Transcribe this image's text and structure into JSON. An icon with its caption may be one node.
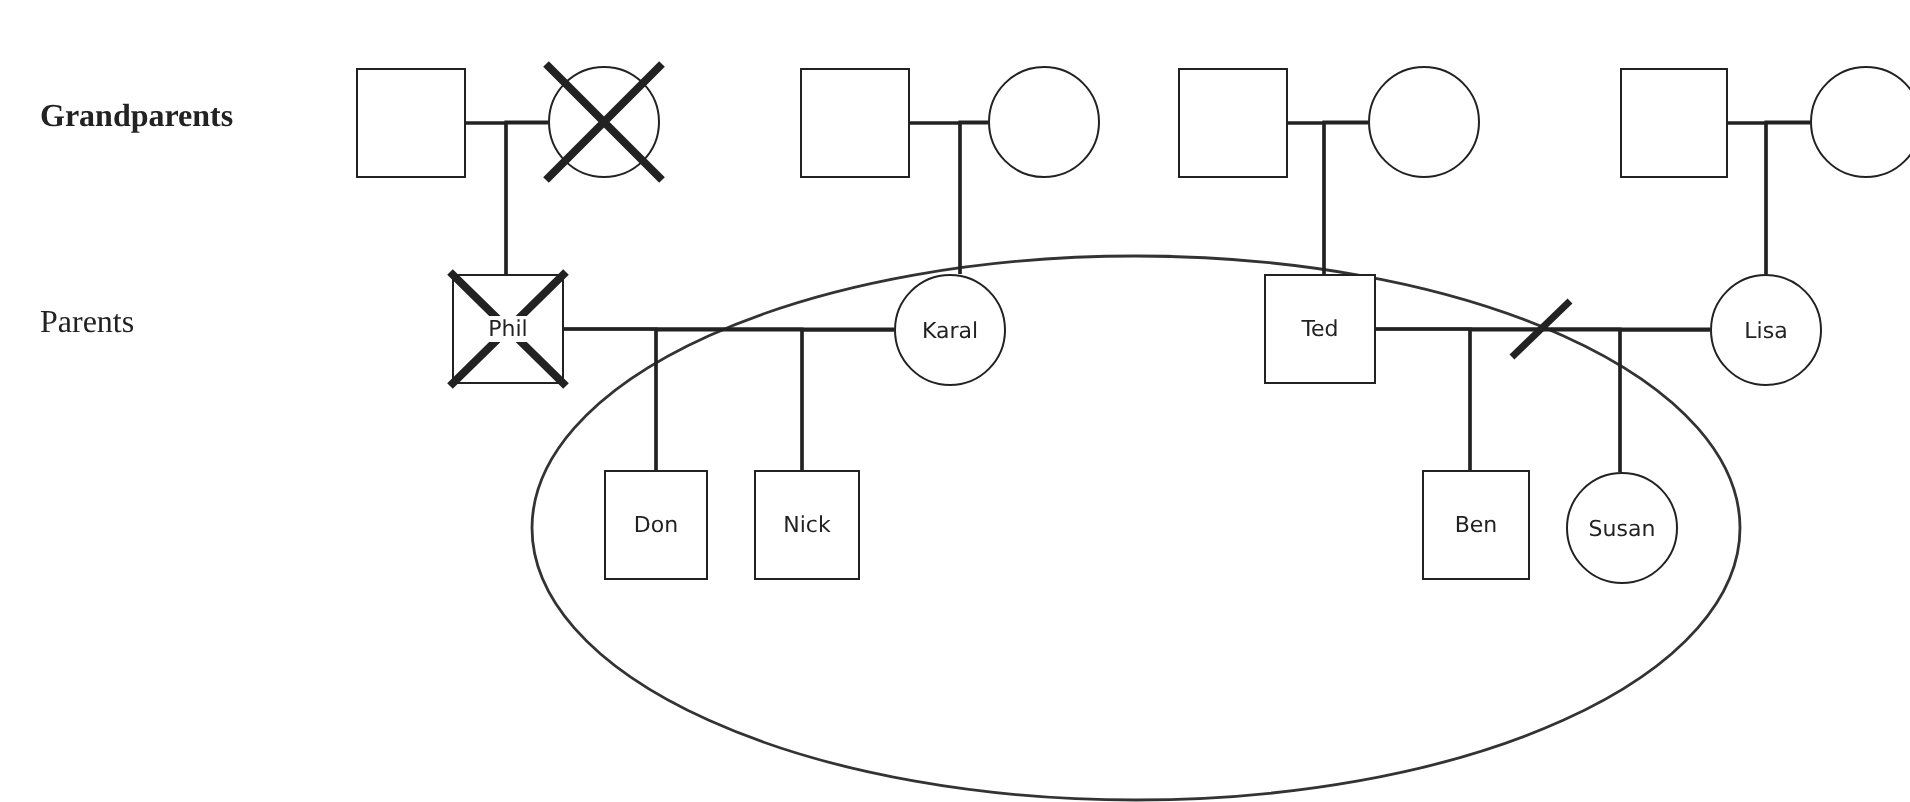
{
  "diagram": {
    "nodes": [
      {
        "text": [],
        "shape": "box"
      },
      {
        "text": [],
        "shape": "circle"
      },
      {
        "text": [],
        "shape": "box"
      },
      {
        "text": [],
        "shape": "circle"
      },
      {
        "text": [],
        "shape": "box"
      },
      {
        "text": [],
        "shape": "circle"
      },
      {
        "text": [],
        "shape": "box"
      },
      {
        "text": [],
        "shape": "circle"
      },
      {
        "text": [
          "Phil"
        ]
      },
      {
        "text": [
          "Karal"
        ]
      },
      {
        "text": [
          "Ted"
        ]
      },
      {
        "text": [
          "Lisa"
        ]
      },
      {
        "text": [
          "Don"
        ]
      },
      {
        "text": [
          "Nick"
        ]
      },
      {
        "text": [
          "Ben"
        ]
      },
      {
        "text": [
          "Susan"
        ]
      }
    ],
    "edges": [
      {
        "from": 0,
        "to": 1,
        "arrow": "none"
      },
      {
        "from": 2,
        "to": 3,
        "arrow": "none"
      },
      {
        "from": 4,
        "to": 5,
        "arrow": "none"
      },
      {
        "from": 6,
        "to": 7,
        "arrow": "none"
      },
      {
        "from": 0,
        "to": 8,
        "arrow": "none"
      },
      {
        "from": 1,
        "to": 8,
        "arrow": "none"
      },
      {
        "from": 2,
        "to": 9,
        "arrow": "none"
      },
      {
        "from": 3,
        "to": 9,
        "arrow": "none"
      },
      {
        "from": 4,
        "to": 10,
        "arrow": "none"
      },
      {
        "from": 5,
        "to": 10,
        "arrow": "none"
      },
      {
        "from": 6,
        "to": 11,
        "arrow": "none"
      },
      {
        "from": 7,
        "to": 11,
        "arrow": "none"
      },
      {
        "from": 8,
        "to": 9,
        "arrow": "none"
      },
      {
        "from": 10,
        "to": 11,
        "arrow": "none"
      },
      {
        "from": 8,
        "to": 12,
        "arrow": "none"
      },
      {
        "from": 9,
        "to": 12,
        "arrow": "none"
      },
      {
        "from": 8,
        "to": 13,
        "arrow": "none"
      },
      {
        "from": 9,
        "to": 13,
        "arrow": "none"
      },
      {
        "from": 10,
        "to": 14,
        "arrow": "none"
      },
      {
        "from": 11,
        "to": 14,
        "arrow": "none"
      },
      {
        "from": 10,
        "to": 15,
        "arrow": "none"
      },
      {
        "from": 11,
        "to": 15,
        "arrow": "none"
      }
    ],
    "labels": [
      "Grandparents",
      "Parents"
    ]
  }
}
